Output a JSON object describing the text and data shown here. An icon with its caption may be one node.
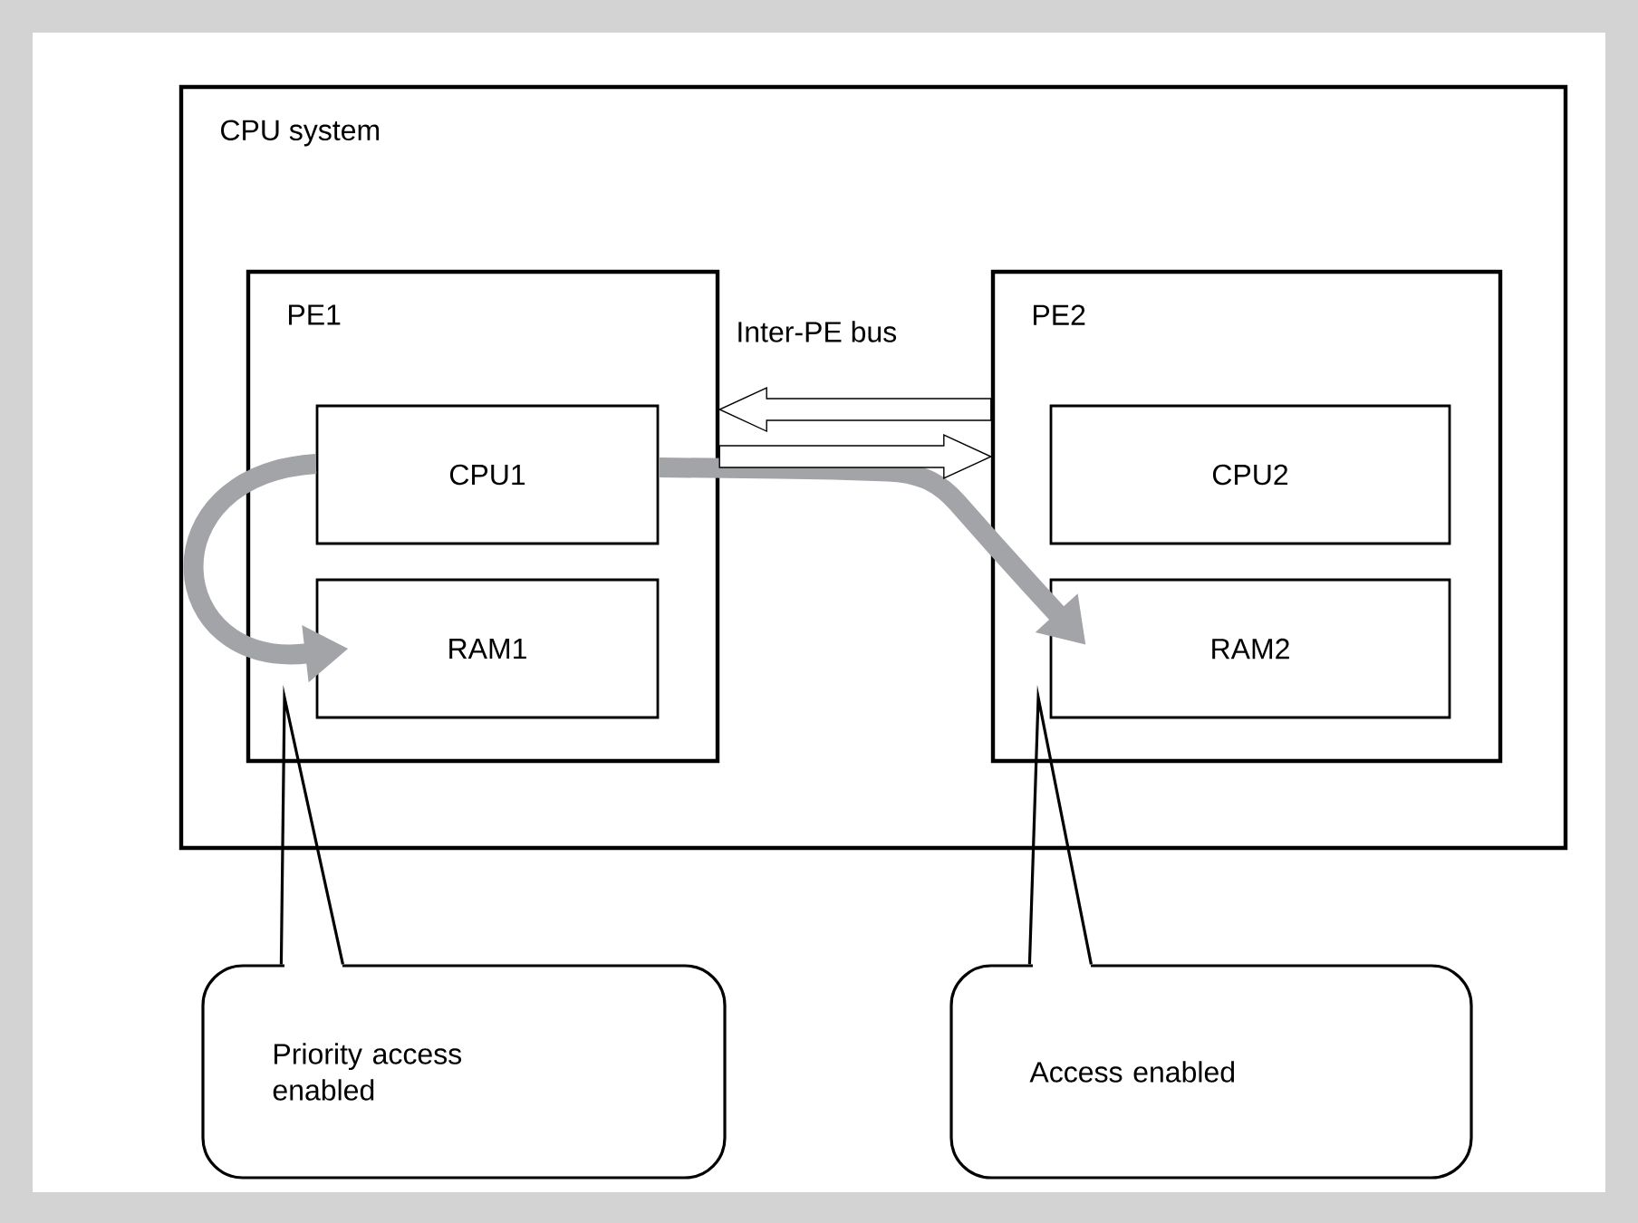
{
  "diagram": {
    "nodes": [
      {
        "text": [
          "CPU system"
        ]
      },
      {
        "text": [
          "PE1"
        ],
        "in": 0
      },
      {
        "text": [
          "CPU1"
        ],
        "in": 1
      },
      {
        "text": [
          "RAM1"
        ],
        "in": 1
      },
      {
        "text": [
          "PE2"
        ],
        "in": 0
      },
      {
        "text": [
          "CPU2"
        ],
        "in": 4
      },
      {
        "text": [
          "RAM2"
        ],
        "in": 4
      },
      {
        "text": [
          "Priority access enabled"
        ]
      },
      {
        "text": [
          "Access enabled"
        ]
      }
    ],
    "edges": [
      {
        "from": 2,
        "to": 3,
        "arrow": "to",
        "style": "thick",
        "color": "#a2a4a7"
      },
      {
        "from": 2,
        "to": 6,
        "arrow": "to",
        "style": "thick",
        "color": "#a2a4a7"
      },
      {
        "from": 4,
        "to": 1,
        "arrow": "to"
      },
      {
        "from": 1,
        "to": 4,
        "arrow": "to"
      },
      {
        "from": 7,
        "to": null,
        "arrow": "none",
        "color": "#000000"
      },
      {
        "from": 8,
        "to": null,
        "arrow": "none",
        "color": "#000000"
      }
    ],
    "labels": [
      "Inter-PE bus"
    ]
  }
}
